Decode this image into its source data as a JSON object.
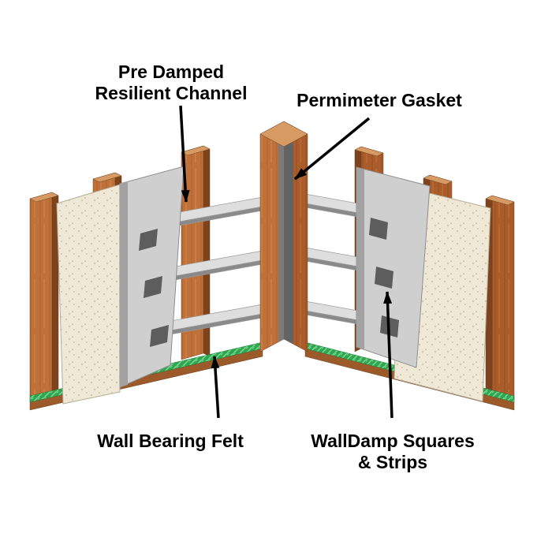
{
  "diagram": {
    "labels": {
      "pre_damped_line1": "Pre Damped",
      "pre_damped_line2": "Resilient Channel",
      "perimeter_gasket": "Permimeter Gasket",
      "wall_bearing_felt": "Wall Bearing Felt",
      "walldamp_line1": "WallDamp Squares",
      "walldamp_line2": "& Strips"
    },
    "colors": {
      "background": "#ffffff",
      "wood_front_left": "#c0713a",
      "wood_front_right": "#ab5c2b",
      "wood_side": "#7e421d",
      "wood_top": "#d79a62",
      "drywall": "#efe8d6",
      "panel_gray": "#cfcfcf",
      "damp_square": "#5d5d5d",
      "channel": "#dedede",
      "channel_shadow": "#8a8a8a",
      "gasket": "#636363",
      "felt_green": "#2fa74f",
      "arrow": "#000000"
    }
  }
}
